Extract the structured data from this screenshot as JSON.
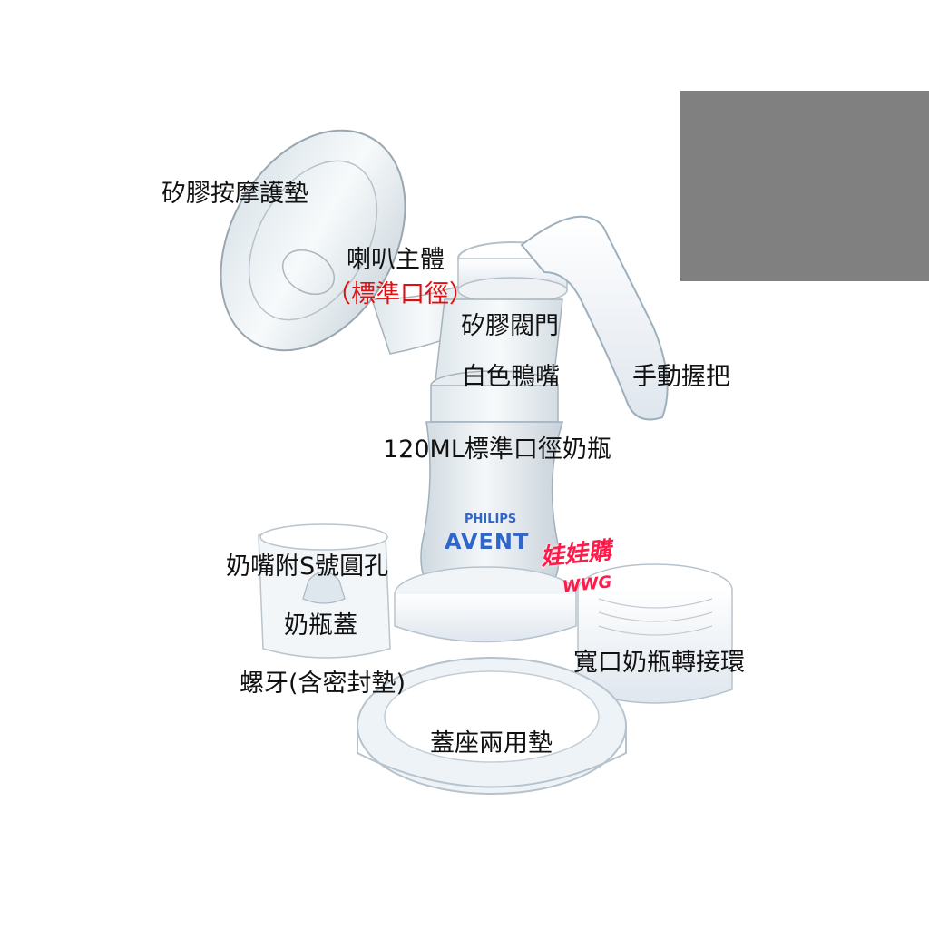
{
  "labels": {
    "silicone_massage_pad": "矽膠按摩護墊",
    "horn_body": "喇叭主體",
    "horn_body_note": "（標準口徑）",
    "silicone_valve": "矽膠閥門",
    "white_duckbill": "白色鴨嘴",
    "manual_handle": "手動握把",
    "bottle_120ml": "120ML標準口徑奶瓶",
    "nipple_s_hole": "奶嘴附S號圓孔",
    "bottle_cap": "奶瓶蓋",
    "screw_ring": "螺牙(含密封墊)",
    "wide_neck_adapter": "寬口奶瓶轉接環",
    "dual_use_base": "蓋座兩用墊"
  },
  "bottle_brand": {
    "line1": "PHILIPS",
    "line2": "AVENT"
  },
  "watermark": {
    "text": "娃娃購",
    "sub": "WWG"
  },
  "colors": {
    "label": "#111111",
    "label_highlight": "#e01010",
    "watermark": "#ff1a4a",
    "brand": "#2f66c8",
    "gray_box": "#808080"
  }
}
